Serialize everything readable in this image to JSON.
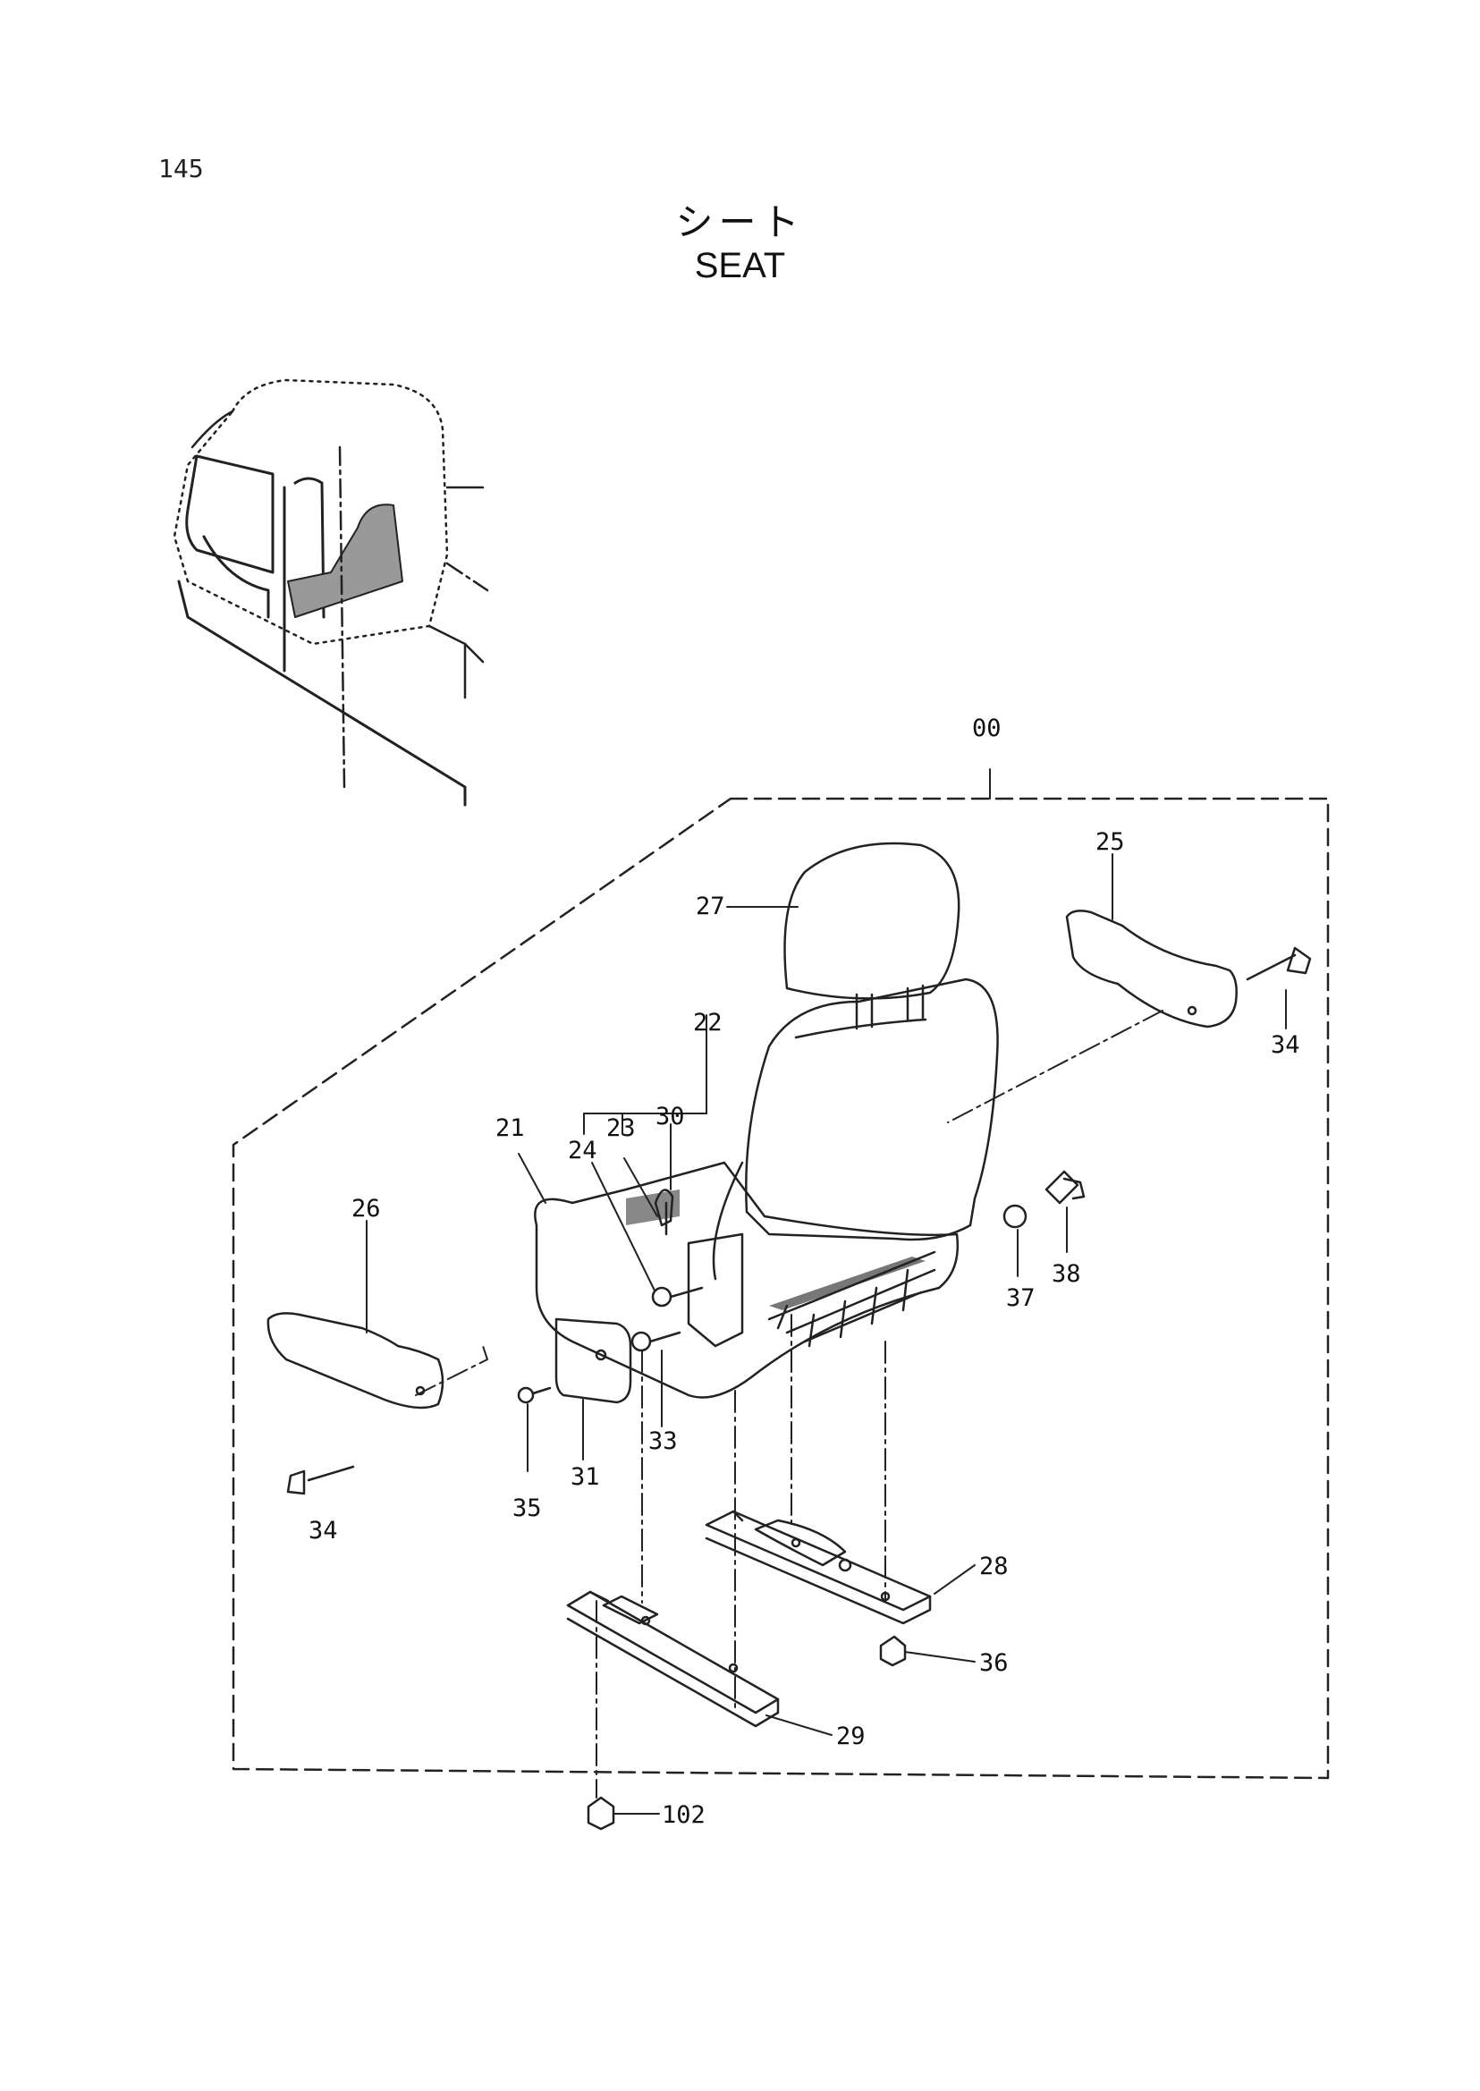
{
  "page_number": "145",
  "title_jp": "シート",
  "title_en": "SEAT",
  "part_labels": [
    "00",
    "21",
    "22",
    "23",
    "24",
    "25",
    "26",
    "27",
    "28",
    "29",
    "30",
    "31",
    "33",
    "34",
    "34",
    "35",
    "36",
    "37",
    "38",
    "102"
  ]
}
